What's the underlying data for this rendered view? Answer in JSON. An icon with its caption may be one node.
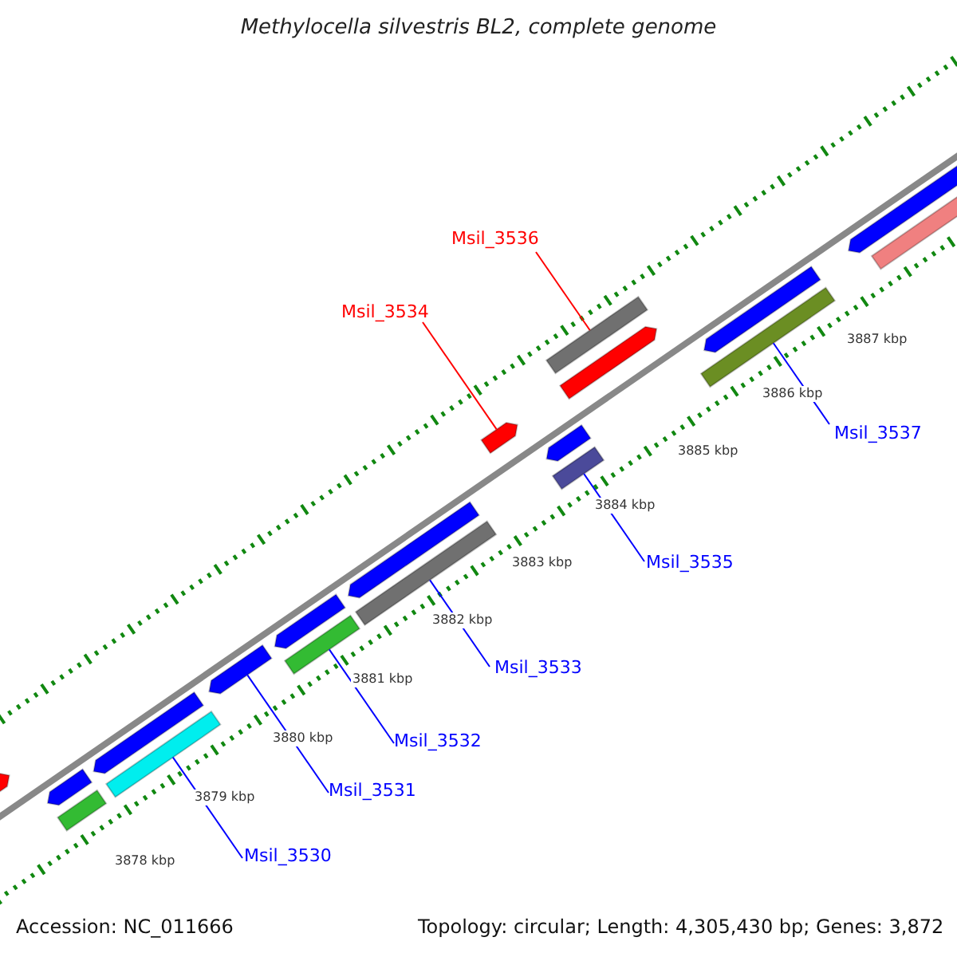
{
  "diagram": {
    "title": "Methylocella silvestris BL2, complete genome",
    "nodes": [
      {
        "text": [
          "Msil_3536"
        ]
      },
      {
        "text": [
          "Msil_3534"
        ]
      },
      {
        "text": [
          "Msil_3537"
        ]
      },
      {
        "text": [
          "Msil_3535"
        ]
      },
      {
        "text": [
          "Msil_3533"
        ]
      },
      {
        "text": [
          "Msil_3532"
        ]
      },
      {
        "text": [
          "Msil_3531"
        ]
      },
      {
        "text": [
          "Msil_3530"
        ]
      },
      {
        "text": [],
        "shape": "arrow"
      },
      {
        "text": [],
        "shape": "arrow"
      },
      {
        "text": [],
        "shape": "bar"
      },
      {
        "text": [],
        "shape": "arrow"
      },
      {
        "text": [],
        "shape": "bar"
      },
      {
        "text": [],
        "shape": "arrow"
      },
      {
        "text": [],
        "shape": "arrow"
      },
      {
        "text": [],
        "shape": "bar"
      },
      {
        "text": [],
        "shape": "arrow"
      },
      {
        "text": [],
        "shape": "bar"
      },
      {
        "text": [],
        "shape": "arrow"
      },
      {
        "text": [],
        "shape": "arrow"
      },
      {
        "text": [],
        "shape": "bar"
      },
      {
        "text": [],
        "shape": "bar"
      },
      {
        "text": [],
        "shape": "arrow"
      },
      {
        "text": [],
        "shape": "arrow"
      },
      {
        "text": [],
        "shape": "bar"
      },
      {
        "text": [],
        "shape": "arrow"
      },
      {
        "text": [],
        "shape": "bar"
      }
    ],
    "edges": [
      {
        "from": 0,
        "to": 21,
        "arrow": "none",
        "color": "#ff0000"
      },
      {
        "from": 1,
        "to": 18,
        "arrow": "none",
        "color": "#ff0000"
      },
      {
        "from": 2,
        "to": 24,
        "arrow": "none"
      },
      {
        "from": 3,
        "to": 20,
        "arrow": "none"
      },
      {
        "from": 4,
        "to": 17,
        "arrow": "none"
      },
      {
        "from": 5,
        "to": 15,
        "arrow": "none"
      },
      {
        "from": 6,
        "to": 13,
        "arrow": "none"
      },
      {
        "from": 7,
        "to": 12,
        "arrow": "none"
      }
    ],
    "labels": [
      "3887 kbp",
      "3886 kbp",
      "3885 kbp",
      "3884 kbp",
      "3883 kbp",
      "3882 kbp",
      "3881 kbp",
      "3880 kbp",
      "3879 kbp",
      "3878 kbp",
      "Accession: NC_011666",
      "Topology: circular; Length: 4,305,430 bp; Genes: 3,872"
    ]
  }
}
